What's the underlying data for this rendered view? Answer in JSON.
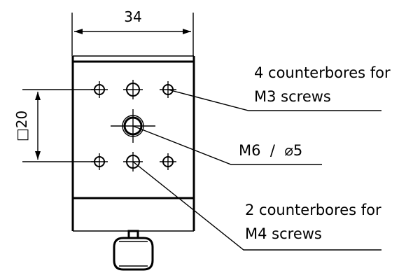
{
  "drawing": {
    "width_dimension": "34",
    "square_dimension": "□20",
    "callouts": {
      "m3": {
        "line1": "4 counterbores for",
        "line2": "M3 screws"
      },
      "center": {
        "text": "M6  /  ⌀5"
      },
      "m4": {
        "line1": "2 counterbores for",
        "line2": "M4 screws"
      }
    }
  }
}
